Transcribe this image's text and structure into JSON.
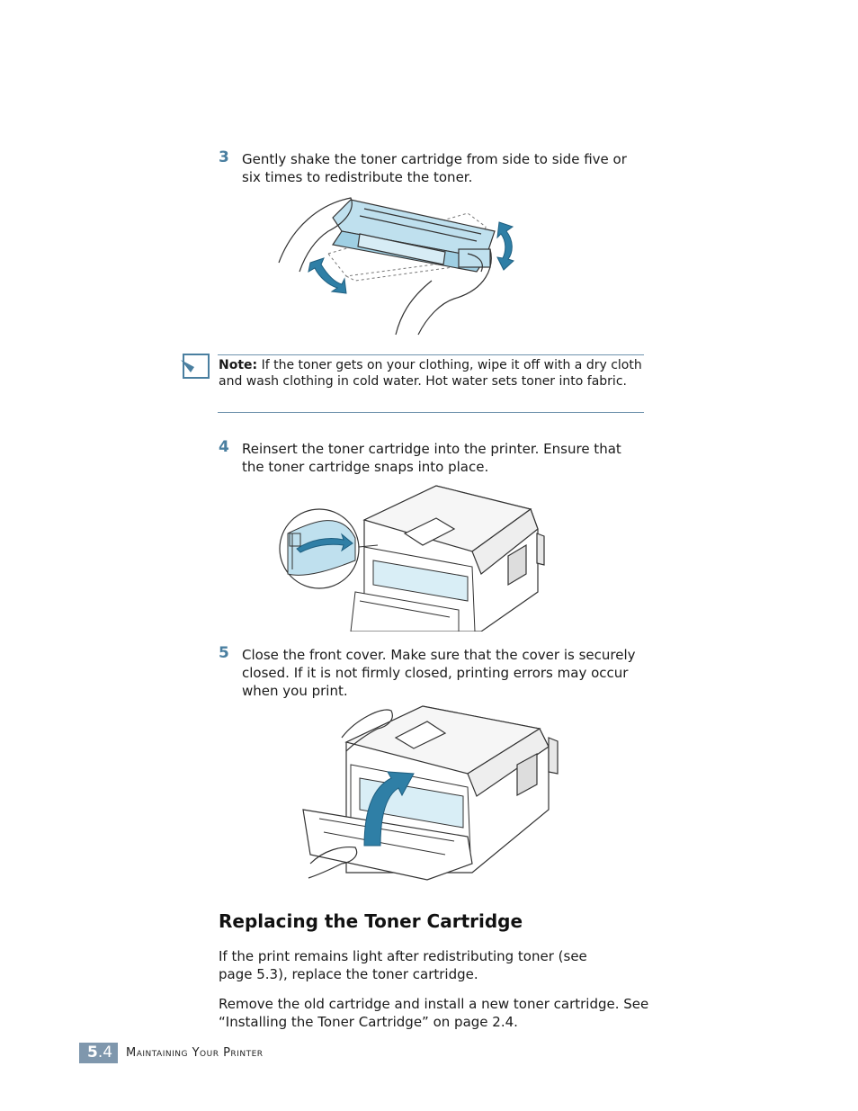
{
  "steps": [
    {
      "num": "3",
      "text": "Gently shake the toner cartridge from side to side five or six times to redistribute the toner."
    },
    {
      "num": "4",
      "text": "Reinsert the toner cartridge into the printer. Ensure that the toner cartridge snaps into place."
    },
    {
      "num": "5",
      "text": "Close the front cover. Make sure that the cover is securely closed. If it is not firmly closed, printing errors may occur when you print."
    }
  ],
  "note": {
    "label": "Note:",
    "text": " If the toner gets on your clothing, wipe it off with a dry cloth and wash clothing in cold water. Hot water sets toner into fabric."
  },
  "section": {
    "title": "Replacing the Toner Cartridge",
    "paragraphs": [
      "If the print remains light after redistributing toner (see page 5.3), replace the toner cartridge.",
      "Remove the old cartridge and install a new toner cartridge. See “Installing the Toner Cartridge” on page 2.4."
    ]
  },
  "footer": {
    "chapter": "5",
    "page": ".4",
    "label": "Maintaining Your Printer"
  },
  "colors": {
    "accent": "#4a7fa0",
    "arrow": "#2f7fa6",
    "toner": "#bfe0ee"
  }
}
